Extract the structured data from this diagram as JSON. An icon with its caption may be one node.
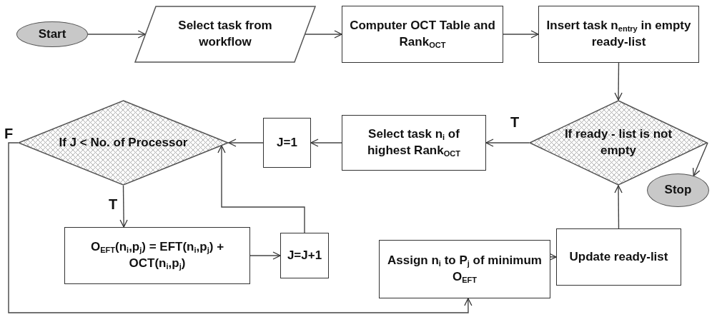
{
  "diagram": {
    "nodes": [
      {
        "text": [
          "Start"
        ]
      },
      {
        "text": [
          "Select task from workflow"
        ]
      },
      {
        "text": [
          "Computer OCT Table and Rank$_{OCT}$"
        ]
      },
      {
        "text": [
          "Insert task n$_{entry}$ in empty ready-list"
        ]
      },
      {
        "text": [
          "If ready - list is not empty"
        ]
      },
      {
        "text": [
          "Stop"
        ]
      },
      {
        "text": [
          "Select task n$_{i}$ of highest Rank$_{OCT}$"
        ]
      },
      {
        "text": [
          "J=1"
        ]
      },
      {
        "text": [
          "If J < No. of Processor"
        ]
      },
      {
        "text": [
          "O$_{EFT}$(n$_{i}$,p$_{j}$) = EFT(n$_{i}$,p$_{j}$) + OCT(n$_{i}$,p$_{j}$)"
        ]
      },
      {
        "text": [
          "J=J+1"
        ]
      },
      {
        "text": [
          "Assign n$_{i}$ to P$_{j}$ of minimum O$_{EFT}$"
        ]
      },
      {
        "text": [
          "Update ready-list"
        ]
      }
    ],
    "edges": [
      {
        "from": 0,
        "to": 1,
        "arrow": "to"
      },
      {
        "from": 1,
        "to": 2,
        "arrow": "to"
      },
      {
        "from": 2,
        "to": 3,
        "arrow": "to"
      },
      {
        "from": 3,
        "to": 4,
        "arrow": "to"
      },
      {
        "from": 4,
        "to": 6,
        "arrow": "to",
        "label": "T"
      },
      {
        "from": 4,
        "to": 5,
        "arrow": "to"
      },
      {
        "from": 6,
        "to": 7,
        "arrow": "to"
      },
      {
        "from": 7,
        "to": 8,
        "arrow": "to"
      },
      {
        "from": 8,
        "to": 9,
        "arrow": "to",
        "label": "T"
      },
      {
        "from": 9,
        "to": 10,
        "arrow": "to"
      },
      {
        "from": 10,
        "to": 8,
        "arrow": "to"
      },
      {
        "from": 8,
        "to": 11,
        "arrow": "to",
        "label": "F"
      },
      {
        "from": 11,
        "to": 12,
        "arrow": "to"
      },
      {
        "from": 12,
        "to": 4,
        "arrow": "to"
      }
    ]
  }
}
